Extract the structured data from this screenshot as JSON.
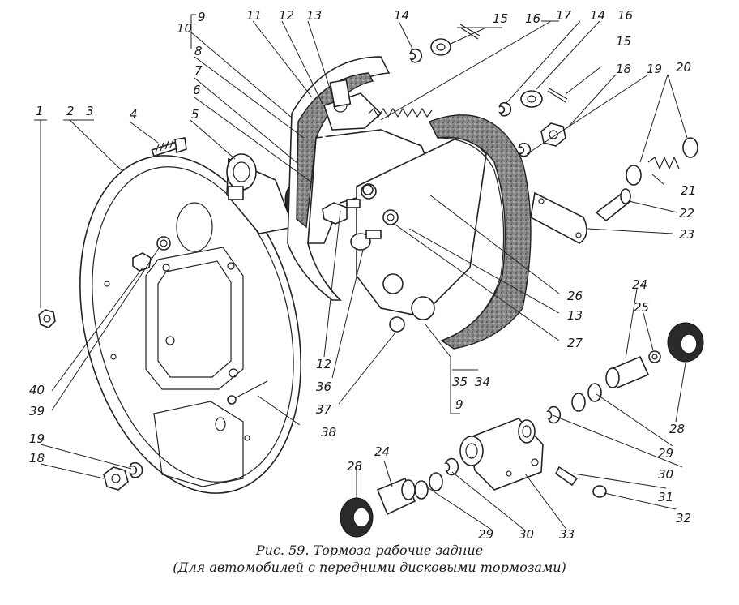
{
  "caption": {
    "line1": "Рис. 59. Тормоза рабочие задние",
    "line2": "(Для автомобилей с передними дисковыми тормозами)"
  },
  "callouts": {
    "n1": "1",
    "n2": "2",
    "n3": "3",
    "n4": "4",
    "n5": "5",
    "n6": "6",
    "n7": "7",
    "n8": "8",
    "n9a": "9",
    "n9b": "9",
    "n10": "10",
    "n11": "11",
    "n12a": "12",
    "n12b": "12",
    "n13a": "13",
    "n13b": "13",
    "n14a": "14",
    "n14b": "14",
    "n15a": "15",
    "n15b": "15",
    "n16a": "16",
    "n16b": "16",
    "n17": "17",
    "n18a": "18",
    "n18b": "18",
    "n19a": "19",
    "n19b": "19",
    "n20": "20",
    "n21": "21",
    "n22": "22",
    "n23": "23",
    "n24a": "24",
    "n24b": "24",
    "n25": "25",
    "n26": "26",
    "n27": "27",
    "n28a": "28",
    "n28b": "28",
    "n29a": "29",
    "n29b": "29",
    "n30a": "30",
    "n30b": "30",
    "n31": "31",
    "n32": "32",
    "n33": "33",
    "n34": "34",
    "n35": "35",
    "n36": "36",
    "n37": "37",
    "n38": "38",
    "n39": "39",
    "n40": "40"
  }
}
